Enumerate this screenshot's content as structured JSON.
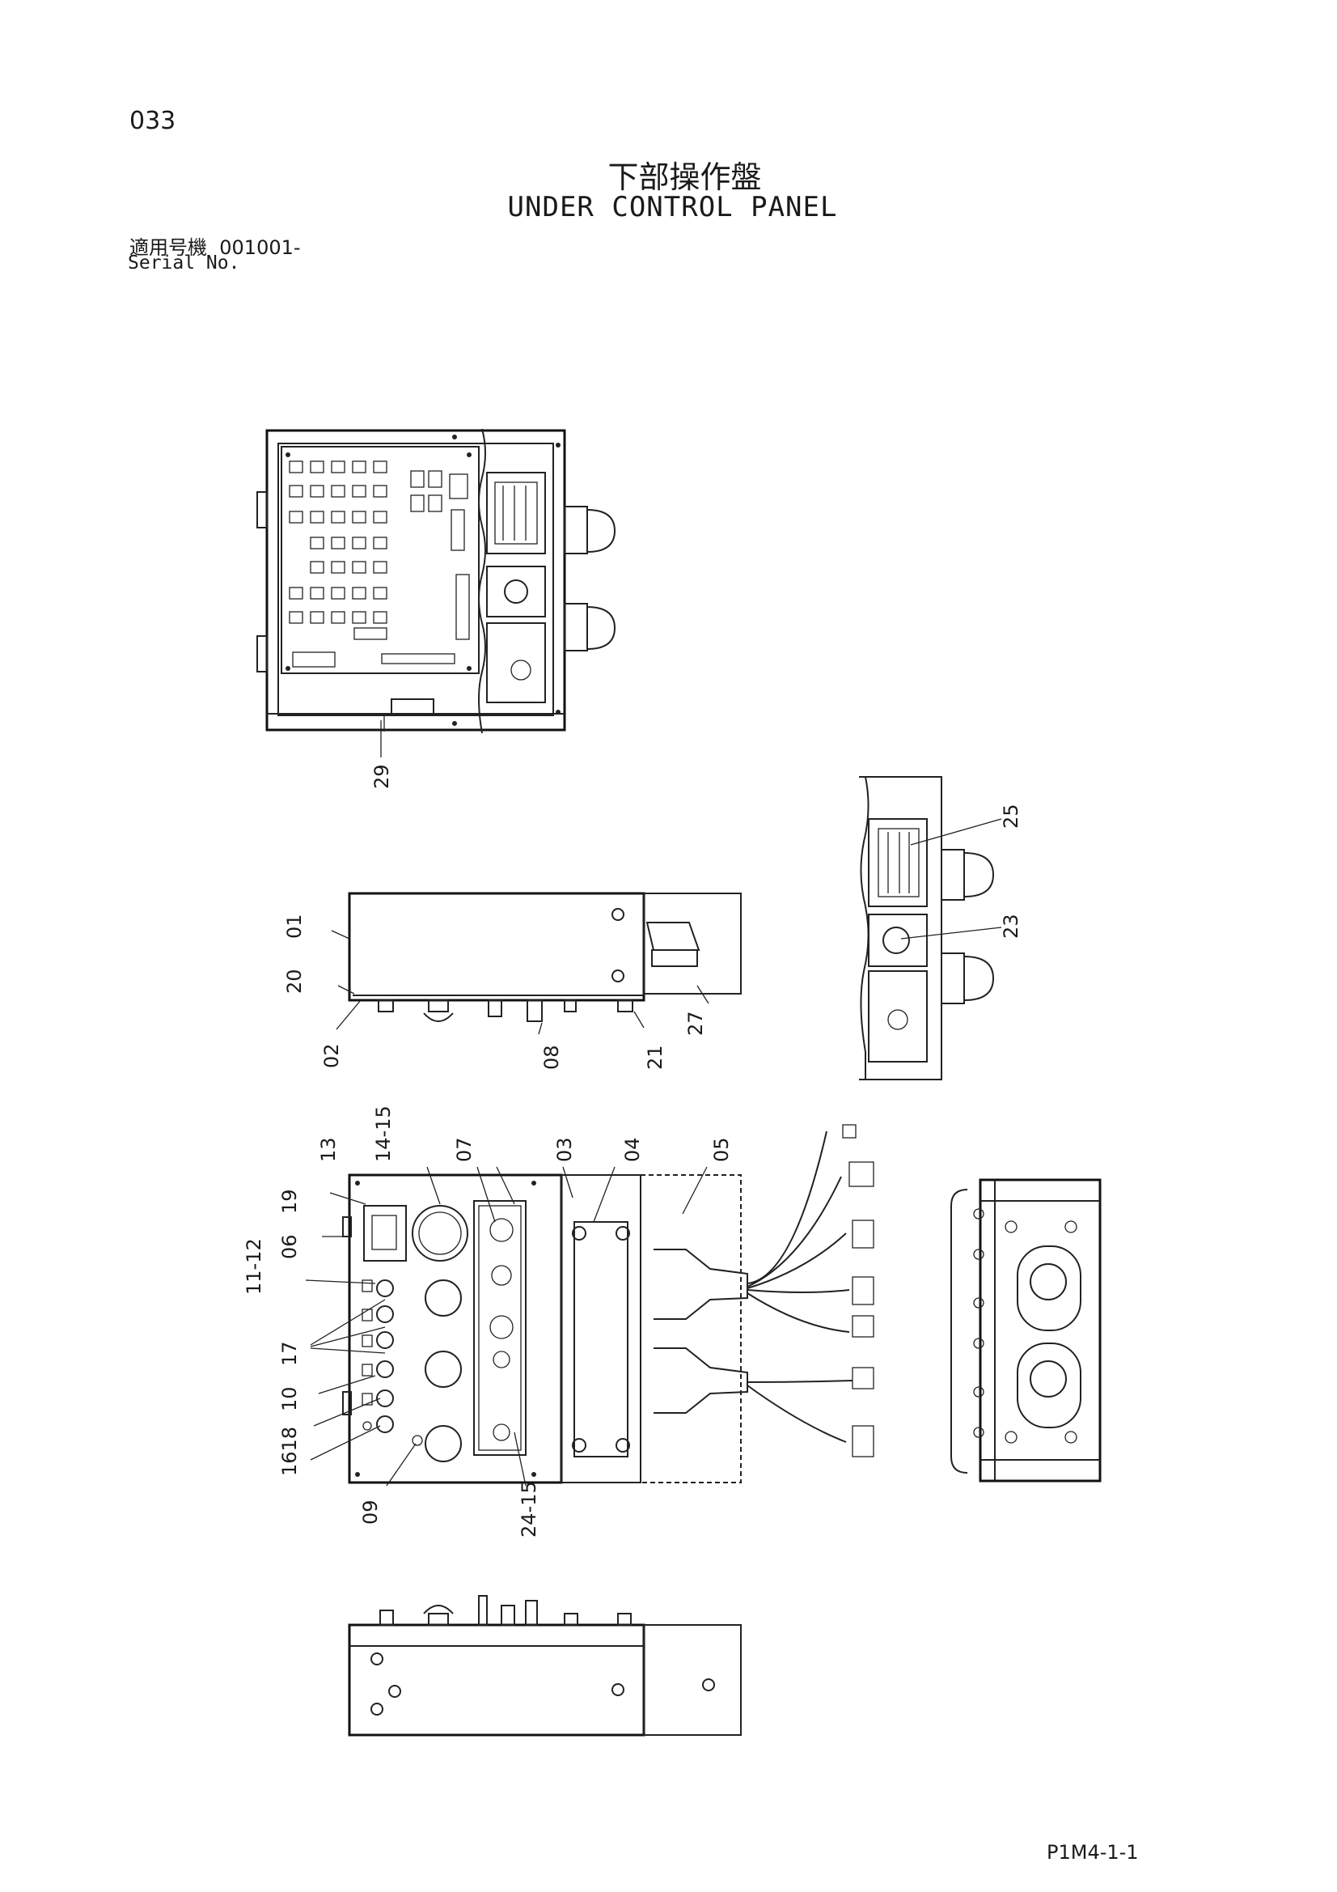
{
  "header": {
    "page_number": "033",
    "title_jp": "下部操作盤",
    "title_en": "UNDER CONTROL PANEL",
    "serial_label_jp": "適用号機",
    "serial_value": "001001-",
    "serial_label_en": "Serial No."
  },
  "callouts": {
    "c29": "29",
    "c25": "25",
    "c23": "23",
    "c01": "01",
    "c20": "20",
    "c02": "02",
    "c08": "08",
    "c21": "21",
    "c27": "27",
    "c13": "13",
    "c14_15": "14-15",
    "c07": "07",
    "c03": "03",
    "c04": "04",
    "c05": "05",
    "c19": "19",
    "c06": "06",
    "c11_12": "11-12",
    "c17": "17",
    "c10": "10",
    "c1618": "1618",
    "c09": "09",
    "c24_15": "24-15"
  },
  "footer": {
    "code": "P1M4-1-1"
  }
}
